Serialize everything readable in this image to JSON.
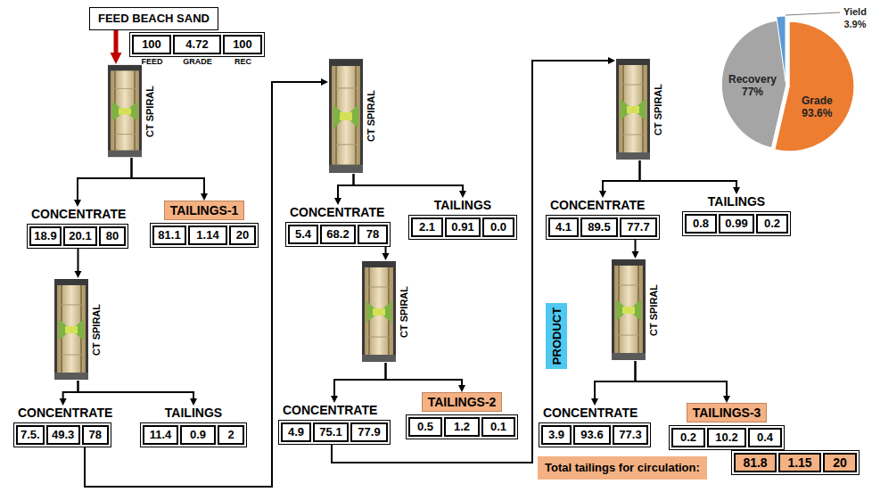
{
  "diagram": {
    "nodes": [
      {
        "text": [
          "FEED BEACH SAND"
        ]
      },
      {
        "text": [
          "100",
          "4.72",
          "100",
          "FEED",
          "GRADE",
          "REC"
        ]
      },
      {
        "text": [
          "CT SPIRAL"
        ]
      },
      {
        "text": [
          "CONCENTRATE",
          "18.9",
          "20.1",
          "80"
        ]
      },
      {
        "text": [
          "TAILINGS-1",
          "81.1",
          "1.14",
          "20"
        ]
      },
      {
        "text": [
          "CT SPIRAL"
        ]
      },
      {
        "text": [
          "CONCENTRATE",
          "7.5.",
          "49.3",
          "78"
        ]
      },
      {
        "text": [
          "TAILINGS",
          "11.4",
          "0.9",
          "2"
        ]
      },
      {
        "text": [
          "CT SPIRAL"
        ]
      },
      {
        "text": [
          "CONCENTRATE",
          "5.4",
          "68.2",
          "78"
        ]
      },
      {
        "text": [
          "TAILINGS",
          "2.1",
          "0.91",
          "0.0"
        ]
      },
      {
        "text": [
          "CT SPIRAL"
        ]
      },
      {
        "text": [
          "CONCENTRATE",
          "4.9",
          "75.1",
          "77.9"
        ]
      },
      {
        "text": [
          "TAILINGS-2",
          "0.5",
          "1.2",
          "0.1"
        ]
      },
      {
        "text": [
          "CT SPIRAL"
        ]
      },
      {
        "text": [
          "CONCENTRATE",
          "4.1",
          "89.5",
          "77.7"
        ]
      },
      {
        "text": [
          "TAILINGS",
          "0.8",
          "0.99",
          "0.2"
        ]
      },
      {
        "text": [
          "CT SPIRAL"
        ]
      },
      {
        "text": [
          "PRODUCT"
        ]
      },
      {
        "text": [
          "CONCENTRATE",
          "3.9",
          "93.6",
          "77.3"
        ]
      },
      {
        "text": [
          "TAILINGS-3",
          "0.2",
          "10.2",
          "0.4"
        ]
      },
      {
        "text": [
          "Total tailings for circulation:"
        ]
      },
      {
        "text": [
          "81.8",
          "1.15",
          "20"
        ]
      }
    ],
    "edges": [
      {
        "from": 0,
        "to": 2,
        "arrow": "to"
      },
      {
        "from": 2,
        "to": 3,
        "arrow": "to"
      },
      {
        "from": 2,
        "to": 4,
        "arrow": "to"
      },
      {
        "from": 3,
        "to": 5,
        "arrow": "to"
      },
      {
        "from": 5,
        "to": 6,
        "arrow": "to"
      },
      {
        "from": 5,
        "to": 7,
        "arrow": "to"
      },
      {
        "from": 6,
        "to": 8,
        "arrow": "to"
      },
      {
        "from": 8,
        "to": 9,
        "arrow": "to"
      },
      {
        "from": 8,
        "to": 10,
        "arrow": "to"
      },
      {
        "from": 9,
        "to": 11,
        "arrow": "to"
      },
      {
        "from": 11,
        "to": 12,
        "arrow": "to"
      },
      {
        "from": 11,
        "to": 13,
        "arrow": "to"
      },
      {
        "from": 12,
        "to": 14,
        "arrow": "to"
      },
      {
        "from": 14,
        "to": 15,
        "arrow": "to"
      },
      {
        "from": 14,
        "to": 16,
        "arrow": "to"
      },
      {
        "from": 15,
        "to": 17,
        "arrow": "to"
      },
      {
        "from": 17,
        "to": 19,
        "arrow": "to"
      },
      {
        "from": 17,
        "to": 20,
        "arrow": "to"
      }
    ],
    "labels": [
      "Yield 3.9%",
      "Recovery 77%",
      "Grade 93.6%"
    ]
  }
}
